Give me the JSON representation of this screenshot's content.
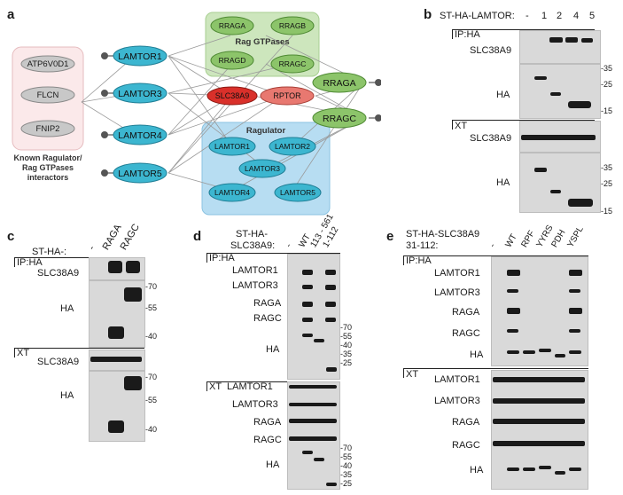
{
  "panel_a": {
    "letter": "a",
    "known_box": {
      "items": [
        "ATP6V0D1",
        "FLCN",
        "FNIP2"
      ],
      "caption": [
        "Known Ragulator/",
        "Rag GTPases",
        "interactors"
      ]
    },
    "lamtors_left": [
      "LAMTOR1",
      "LAMTOR3",
      "LAMTOR4",
      "LAMTOR5"
    ],
    "rag_box": {
      "title": "Rag GTPases",
      "items": [
        "RRAGA",
        "RRAGB",
        "RRAGD",
        "RRAGC"
      ]
    },
    "center": [
      "SLC38A9",
      "RPTOR"
    ],
    "ragulator_box": {
      "title": "Ragulator",
      "items": [
        "LAMTOR1",
        "LAMTOR2",
        "LAMTOR3",
        "LAMTOR4",
        "LAMTOR5"
      ]
    },
    "right": [
      "RRAGA",
      "RRAGC"
    ]
  },
  "panel_b": {
    "letter": "b",
    "construct": "ST-HA-LAMTOR:",
    "lanes": [
      "-",
      "1",
      "2",
      "4",
      "5"
    ],
    "ip": "IP:HA",
    "xt": "XT",
    "rows": [
      "SLC38A9",
      "HA",
      "SLC38A9",
      "HA"
    ],
    "mw_top": [
      "-35",
      "-25",
      "-15"
    ],
    "mw_bottom": [
      "-35",
      "-25",
      "-15"
    ]
  },
  "panel_c": {
    "letter": "c",
    "construct": "ST-HA-:",
    "lanes": [
      "-",
      "RAGA",
      "RAGC"
    ],
    "ip": "IP:HA",
    "xt": "XT",
    "rows": [
      "SLC38A9",
      "HA",
      "SLC38A9",
      "HA"
    ],
    "mw_top": [
      "-70",
      "-55",
      "-40"
    ],
    "mw_bottom": [
      "-70",
      "-55",
      "-40"
    ]
  },
  "panel_d": {
    "letter": "d",
    "construct": [
      "ST-HA-",
      "SLC38A9:"
    ],
    "lanes": [
      "-",
      "WT",
      "113 - 561",
      "1-112"
    ],
    "ip": "IP:HA",
    "xt": "XT",
    "rows_ip": [
      "LAMTOR1",
      "LAMTOR3",
      "RAGA",
      "RAGC",
      "HA"
    ],
    "rows_xt": [
      "LAMTOR1",
      "LAMTOR3",
      "RAGA",
      "RAGC",
      "HA"
    ],
    "mw_top": [
      "-70",
      "-55",
      "-40",
      "-35",
      "-25"
    ],
    "mw_bottom": [
      "-70",
      "-55",
      "-40",
      "-35",
      "-25"
    ]
  },
  "panel_e": {
    "letter": "e",
    "construct": [
      "ST-HA-SLC38A9",
      "31-112:"
    ],
    "lanes": [
      "-",
      "WT",
      "RPF",
      "YYRS",
      "PDH",
      "YSPL"
    ],
    "ip": "IP:HA",
    "xt": "XT",
    "rows_ip": [
      "LAMTOR1",
      "LAMTOR3",
      "RAGA",
      "RAGC",
      "HA"
    ],
    "rows_xt": [
      "LAMTOR1",
      "LAMTOR3",
      "RAGA",
      "RAGC",
      "HA"
    ]
  },
  "colors": {
    "lamtor": "#3cb6d0",
    "rag": "#8cc46a",
    "slc": "#d9302a",
    "rptor": "#e87870",
    "node_gray": "#bdbdbd",
    "known_bg": "#fbe9ea",
    "rag_bg": "#cde6bd",
    "ragulator_bg": "#b7ddf2"
  }
}
